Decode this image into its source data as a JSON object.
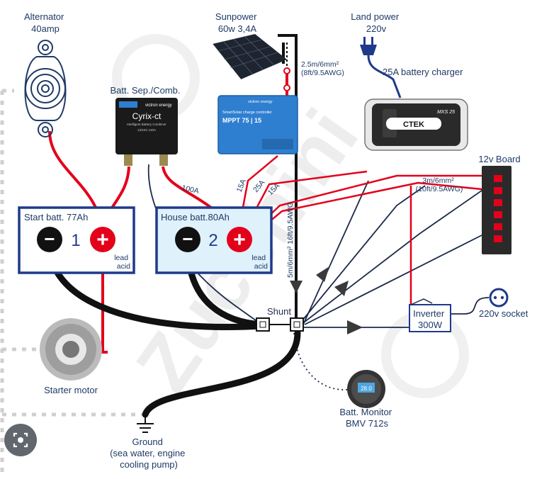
{
  "labels": {
    "alternator": [
      "Alternator",
      "40amp"
    ],
    "sunpower": [
      "Sunpower",
      "60w 3,4A"
    ],
    "land_power": [
      "Land power",
      "220v"
    ],
    "solar_cable": [
      "2.5m/6mm²",
      "(8ft/9.5AWG)"
    ],
    "charger": "25A battery charger",
    "batt_sep": "Batt. Sep./Comb.",
    "board": "12v Board",
    "board_cable": [
      "3m/6mm²",
      "(10ft/9.5AWG)"
    ],
    "start_batt": "Start batt. 77Ah",
    "house_batt": "House batt.80Ah",
    "lead_acid": [
      "lead",
      "acid"
    ],
    "batt1_num": "1",
    "batt2_num": "2",
    "minus": "−",
    "plus": "+",
    "fuse_100": "100A",
    "fuse_15a": "15A",
    "fuse_25": "25A",
    "fuse_15b": "15A",
    "main_cable": "5m/6mm² 16ft/9.5AWG",
    "shunt": "Shunt",
    "inverter": [
      "Inverter",
      "300W"
    ],
    "socket": "220v socket",
    "starter": "Starter motor",
    "monitor": [
      "Batt. Monitor",
      "BMV 712s"
    ],
    "ground": [
      "Ground",
      "(sea water, engine",
      "cooling pump)"
    ]
  },
  "devices": {
    "cyrix_brand": "victron energy",
    "cyrix_name": "Cyrix-ct",
    "cyrix_sub": "Intelligent Battery Combiner",
    "cyrix_rating": "12/24V 120A",
    "mppt_brand": "victron energy",
    "mppt_title": "SmartSolar charge controller",
    "mppt_model": "MPPT 75 | 15",
    "ctek_model": "MXS 25",
    "ctek_brand": "CTEK",
    "monitor_display": "28.0"
  },
  "colors": {
    "line": "#1b2a4a",
    "red": "#e3001b",
    "black": "#111111",
    "victron_blue": "#2f7fd0",
    "panel_blue": "#1f3a8a"
  }
}
